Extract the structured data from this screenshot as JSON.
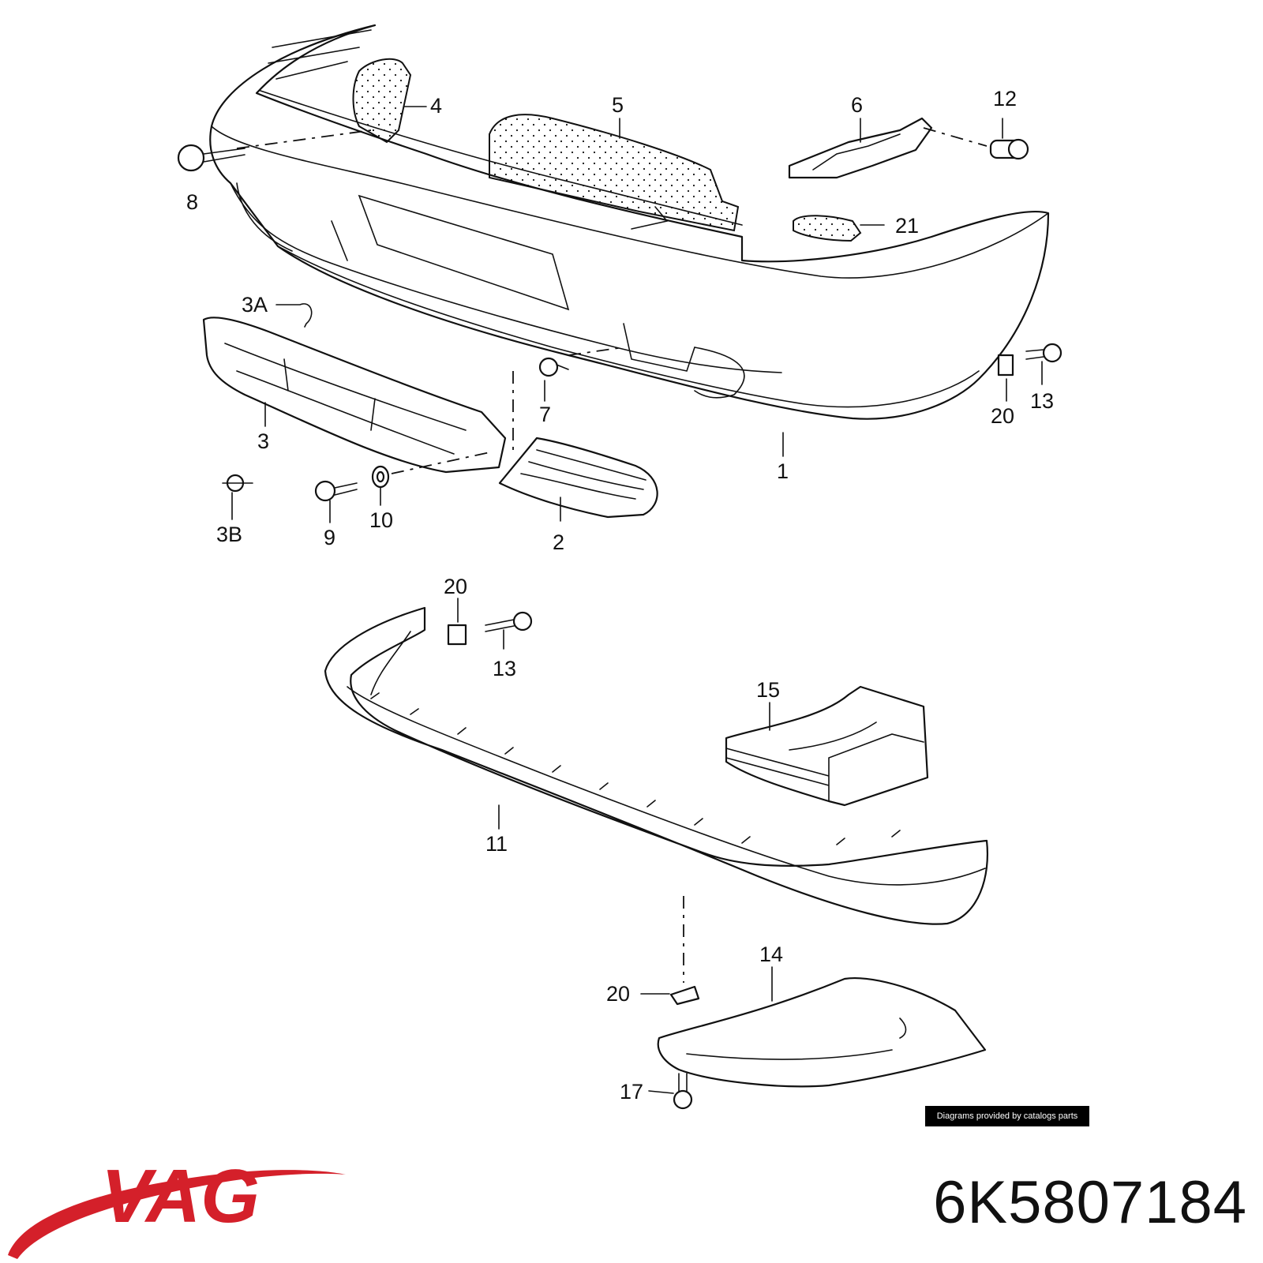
{
  "callouts": [
    "1",
    "2",
    "3",
    "3A",
    "3B",
    "4",
    "5",
    "6",
    "7",
    "8",
    "9",
    "10",
    "11",
    "12",
    "13",
    "13",
    "14",
    "15",
    "17",
    "20",
    "20",
    "20",
    "21"
  ],
  "credit": "Diagrams provided by catalogs parts",
  "brand": {
    "name": "VAG",
    "color": "#d4202a"
  },
  "part_number": "6K5807184",
  "colors": {
    "line": "#111111",
    "background": "#ffffff"
  }
}
